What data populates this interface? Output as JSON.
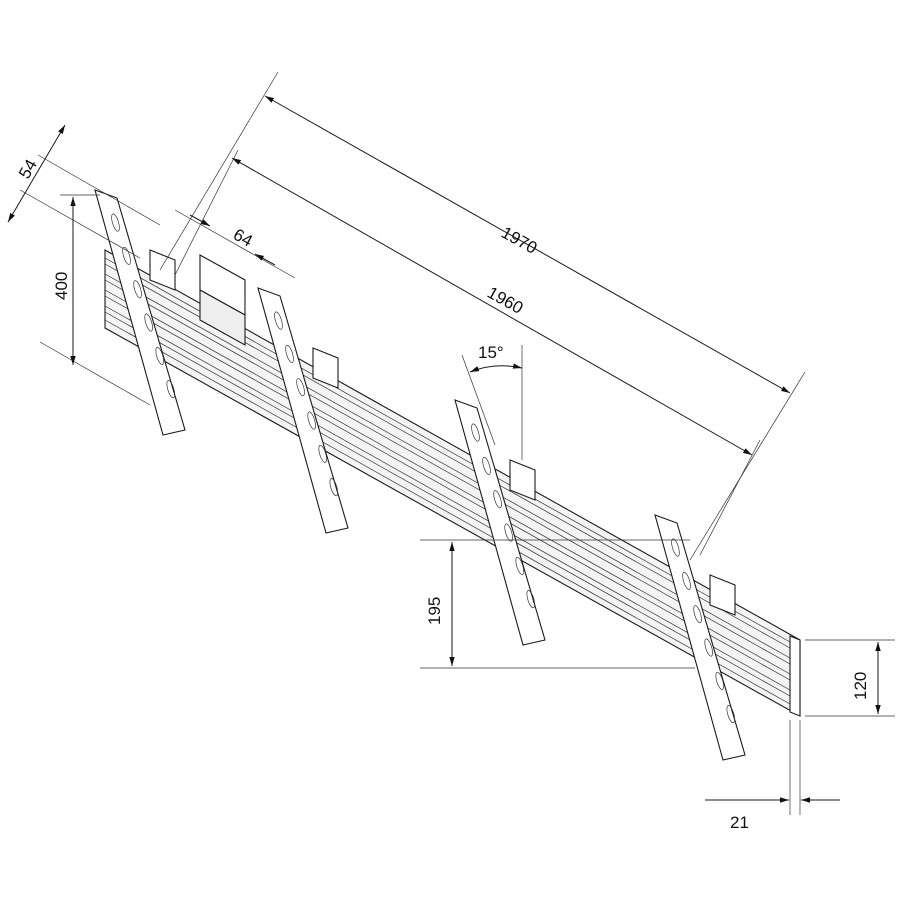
{
  "drawing": {
    "dimensions": {
      "overall_length": "1970",
      "rail_length": "1960",
      "offset_left": "54",
      "bracket_spacing": "64",
      "bracket_height": "400",
      "tilt_angle": "15°",
      "rail_to_hook": "195",
      "rail_height": "120",
      "rail_depth": "21"
    }
  }
}
